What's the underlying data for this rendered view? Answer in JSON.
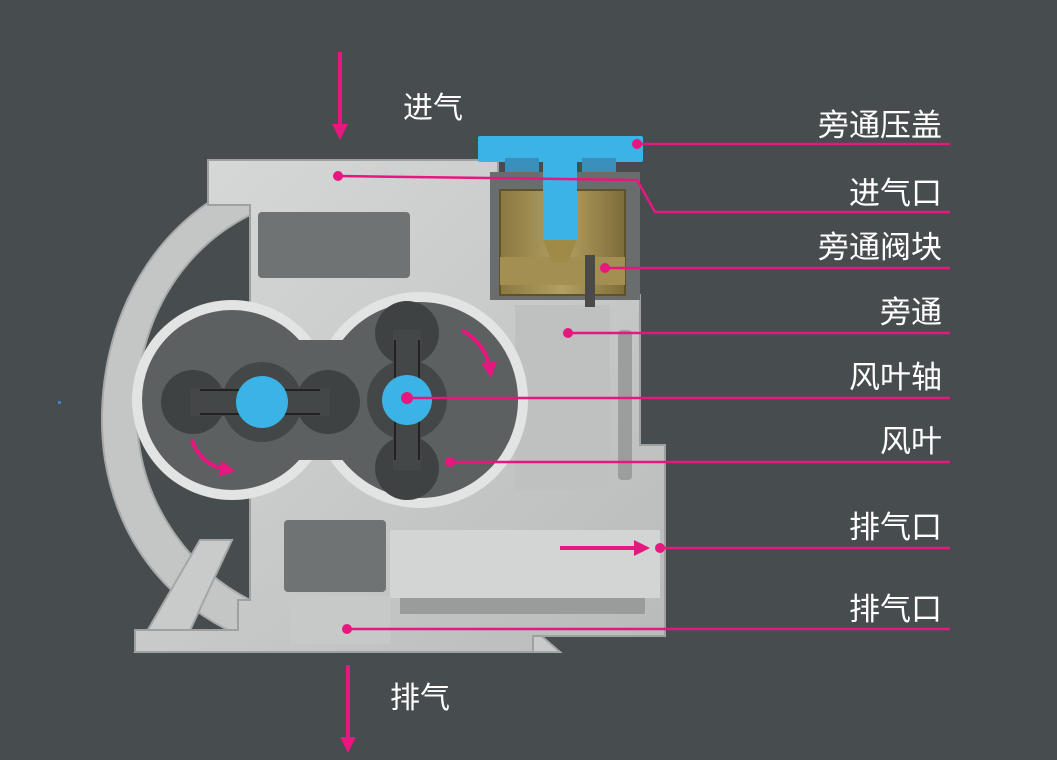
{
  "labels": {
    "bypass_cover": "旁通压盖",
    "inlet_port": "进气口",
    "bypass_valve_block": "旁通阀块",
    "bypass": "旁通",
    "rotor_shaft": "风叶轴",
    "rotor": "风叶",
    "exhaust_port_side": "排气口",
    "exhaust_port_bottom": "排气口"
  },
  "flow": {
    "intake": "进气",
    "exhaust": "排气"
  },
  "colors": {
    "background": "#474d4e",
    "housing": "#cfd0d0",
    "accent": "#e6177e",
    "shaft": "#3bb3e6",
    "valve_block": "#a38f52"
  }
}
